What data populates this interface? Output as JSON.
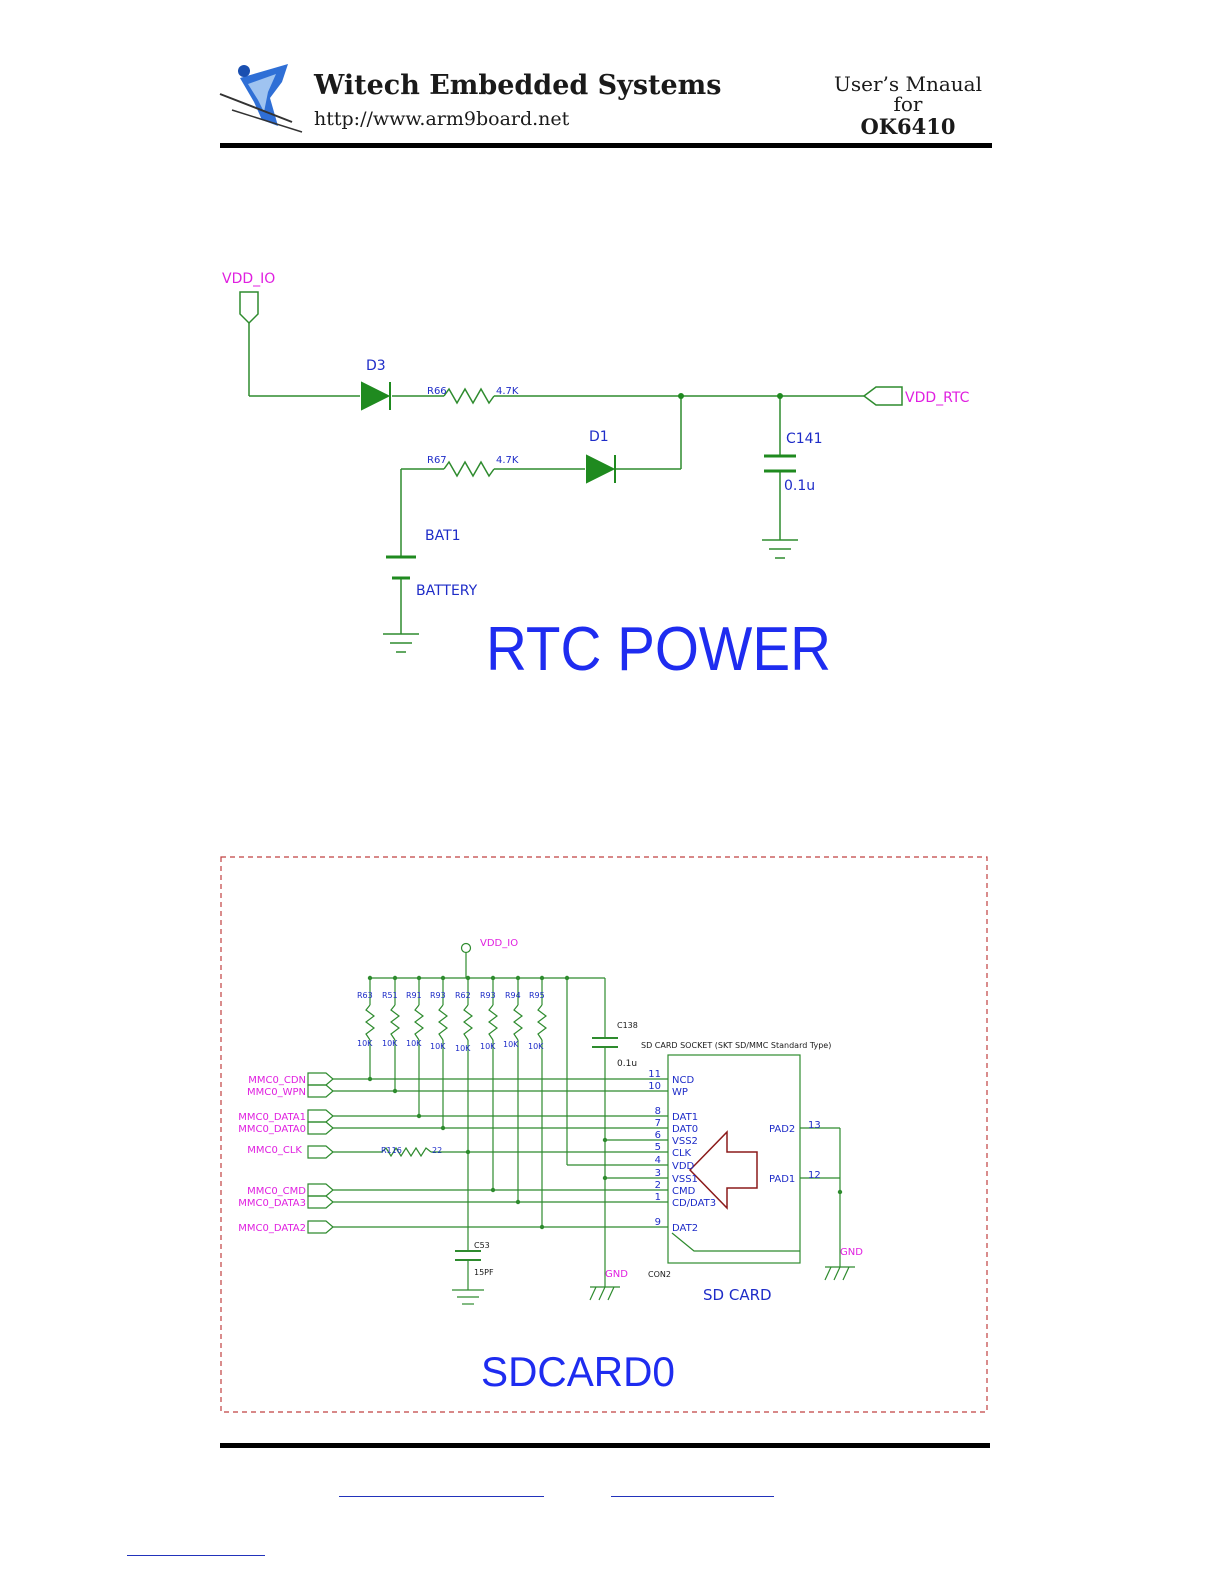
{
  "header": {
    "company": "Witech Embedded Systems",
    "url": "http://www.arm9board.net",
    "manual_line1": "User’s Mnaual",
    "manual_line2": "for",
    "manual_line3": "OK6410"
  },
  "rtc": {
    "title": "RTC POWER",
    "net_vdd_io": "VDD_IO",
    "net_vdd_rtc": "VDD_RTC",
    "d3": "D3",
    "d1": "D1",
    "r66": "R66",
    "r66_val": "4.7K",
    "r67": "R67",
    "r67_val": "4.7K",
    "c141": "C141",
    "c141_val": "0.1u",
    "bat1": "BAT1",
    "bat_val": "BATTERY"
  },
  "sdcard": {
    "title": "SDCARD0",
    "vdd": "VDD_IO",
    "resistors": [
      {
        "ref": "R63",
        "val": "10K"
      },
      {
        "ref": "R51",
        "val": "10K"
      },
      {
        "ref": "R91",
        "val": "10K"
      },
      {
        "ref": "R93",
        "val": "10K"
      },
      {
        "ref": "R62",
        "val": "10K"
      },
      {
        "ref": "R93",
        "val": "10K"
      },
      {
        "ref": "R94",
        "val": "10K"
      },
      {
        "ref": "R95",
        "val": "10K"
      }
    ],
    "c138": "C138",
    "c138_val": "0.1u",
    "socket_title": "SD CARD SOCKET (SKT SD/MMC Standard Type)",
    "nets": [
      "MMC0_CDN",
      "MMC0_WPN",
      "MMC0_DATA1",
      "MMC0_DATA0",
      "MMC0_CLK",
      "MMC0_CMD",
      "MMC0_DATA3",
      "MMC0_DATA2"
    ],
    "r116": "R116",
    "r116_val": "22",
    "pins": [
      {
        "num": "11",
        "name": "NCD"
      },
      {
        "num": "10",
        "name": "WP"
      },
      {
        "num": "8",
        "name": "DAT1"
      },
      {
        "num": "7",
        "name": "DAT0"
      },
      {
        "num": "6",
        "name": "VSS2"
      },
      {
        "num": "5",
        "name": "CLK"
      },
      {
        "num": "4",
        "name": "VDD"
      },
      {
        "num": "3",
        "name": "VSS1"
      },
      {
        "num": "2",
        "name": "CMD"
      },
      {
        "num": "1",
        "name": "CD/DAT3"
      },
      {
        "num": "9",
        "name": "DAT2"
      }
    ],
    "pad2": "PAD2",
    "pad2_num": "13",
    "pad1": "PAD1",
    "pad1_num": "12",
    "gnd": "GND",
    "c53": "C53",
    "c53_val": "15PF",
    "con2": "CON2",
    "sd_label": "SD CARD"
  }
}
